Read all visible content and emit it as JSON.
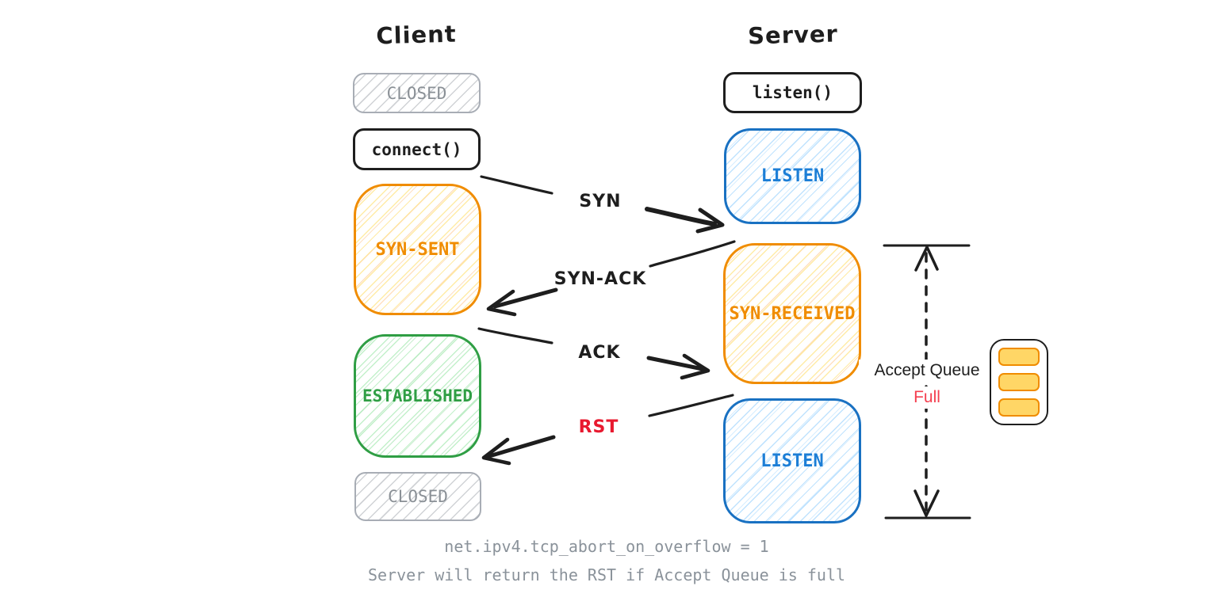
{
  "client": {
    "title": "Client",
    "states": [
      {
        "label": "CLOSED",
        "style": "gray"
      },
      {
        "label": "connect()",
        "style": "black"
      },
      {
        "label": "SYN-SENT",
        "style": "orange"
      },
      {
        "label": "ESTABLISHED",
        "style": "green"
      },
      {
        "label": "CLOSED",
        "style": "gray"
      }
    ]
  },
  "server": {
    "title": "Server",
    "states": [
      {
        "label": "listen()",
        "style": "black"
      },
      {
        "label": "LISTEN",
        "style": "blue"
      },
      {
        "label": "SYN-RECEIVED",
        "style": "orange"
      },
      {
        "label": "LISTEN",
        "style": "blue"
      }
    ]
  },
  "messages": [
    {
      "label": "SYN",
      "from": "client",
      "to": "server"
    },
    {
      "label": "SYN-ACK",
      "from": "server",
      "to": "client"
    },
    {
      "label": "ACK",
      "from": "client",
      "to": "server"
    },
    {
      "label": "RST",
      "from": "server",
      "to": "client"
    }
  ],
  "accept_queue": {
    "label": "Accept Queue",
    "status": "Full",
    "slots": 3
  },
  "captions": [
    "net.ipv4.tcp_abort_on_overflow = 1",
    "Server will return the RST if Accept Queue is full"
  ],
  "colors": {
    "ink": "#1e1e1e",
    "orange_accent": "#f08c00",
    "green_accent": "#2f9e44",
    "blue_accent": "#1971c2",
    "gray_accent": "#a8adb5",
    "rst_red": "#e8192f",
    "full_red": "#f43f4f",
    "caption_gray": "#8a929a",
    "queue_slot_fill": "#ffd666"
  }
}
